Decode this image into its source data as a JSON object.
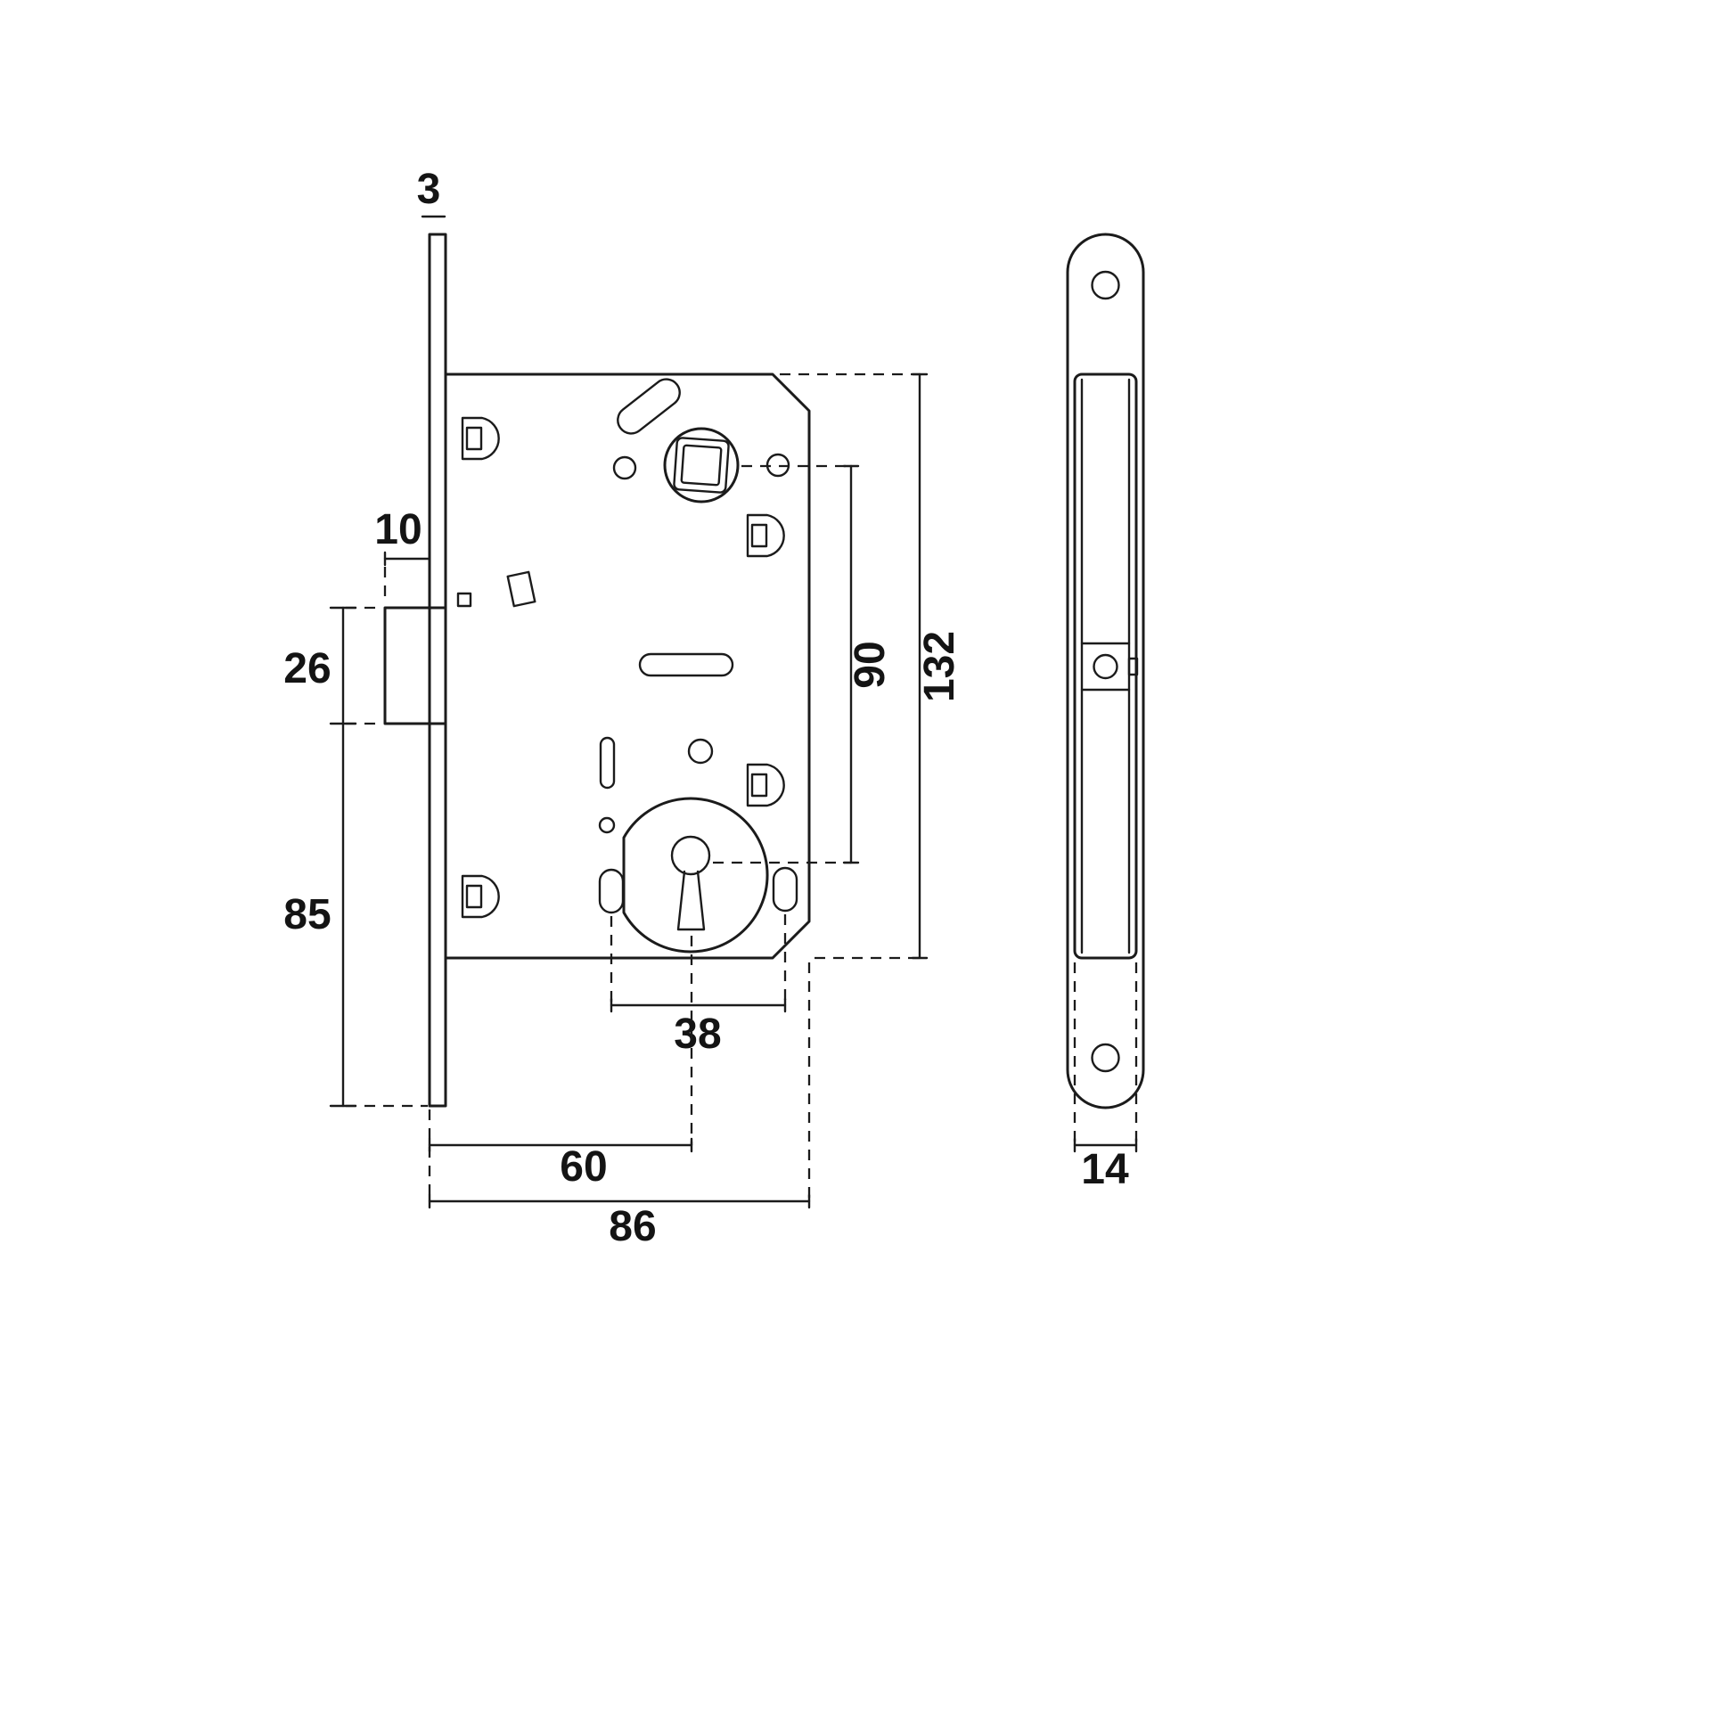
{
  "colors": {
    "line": "#1b1b1b",
    "text": "#141414",
    "background": "#ffffff"
  },
  "dims": {
    "faceplate_thickness": "3",
    "latch_projection": "10",
    "latch_height": "26",
    "latch_to_plate_bottom": "85",
    "spindle_to_keyhole": "90",
    "case_height": "132",
    "slot_spacing": "38",
    "backset": "60",
    "case_depth": "86",
    "plate_width": "14"
  }
}
